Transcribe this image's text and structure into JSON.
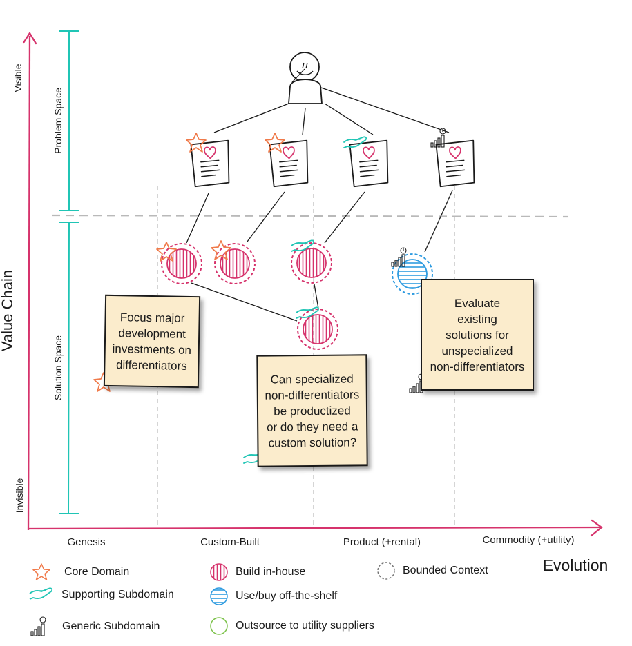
{
  "axes": {
    "y_title": "Value Chain",
    "y_top": "Visible",
    "y_bottom": "Invisible",
    "x_title": "Evolution",
    "stages": [
      "Genesis",
      "Custom-Built",
      "Product (+rental)",
      "Commodity (+utility)"
    ],
    "problem_space": "Problem Space",
    "solution_space": "Solution Space"
  },
  "notes": {
    "core": "Focus major\ndevelopment\ninvestments on\ndifferentiators",
    "supporting": "Can specialized\nnon-differentiators\nbe productized\nor do they need a\ncustom solution?",
    "generic": "Evaluate\nexisting\nsolutions for\nunspecialized\nnon-differentiators"
  },
  "legend": {
    "core_domain": "Core Domain",
    "supporting_subdomain": "Supporting Subdomain",
    "generic_subdomain": "Generic Subdomain",
    "build_in_house": "Build in-house",
    "use_buy": "Use/buy off-the-shelf",
    "outsource": "Outsource to utility suppliers",
    "bounded_context": "Bounded Context"
  },
  "colors": {
    "axis": "#d6336c",
    "space": "#20c5b5",
    "core": "#f07a4a",
    "build": "#d6336c",
    "buy": "#2e9be0",
    "outsource": "#7cc24a",
    "note_bg": "#fbeccc"
  }
}
